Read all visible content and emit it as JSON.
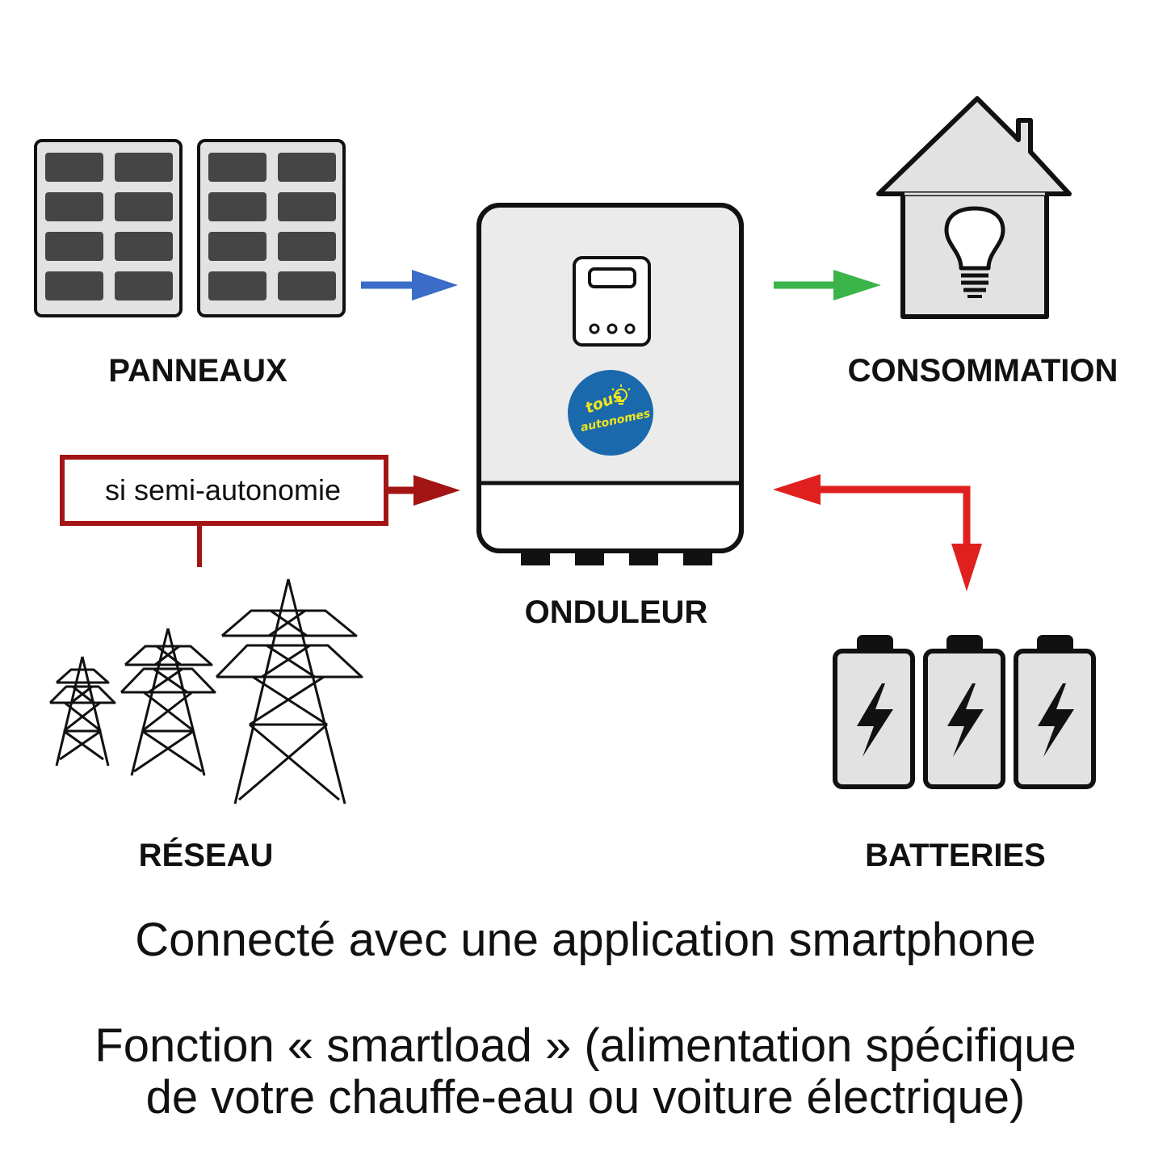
{
  "labels": {
    "panels": "PANNEAUX",
    "consumption": "CONSOMMATION",
    "inverter": "ONDULEUR",
    "grid": "RÉSEAU",
    "batteries": "BATTERIES"
  },
  "grid_condition": "si semi-autonomie",
  "logo": {
    "line1": "tous",
    "line2": "autonomes"
  },
  "captions": {
    "line1": "Connecté avec une application smartphone",
    "line2": "Fonction « smartload » (alimentation spécifique",
    "line3": "de votre chauffe-eau ou voiture électrique)"
  },
  "colors": {
    "solar_flow": "#3a6cc8",
    "consumption_flow": "#3bb44a",
    "grid_flow": "#a31515",
    "battery_flow": "#e0201f",
    "logo_bg": "#1a69ad"
  }
}
